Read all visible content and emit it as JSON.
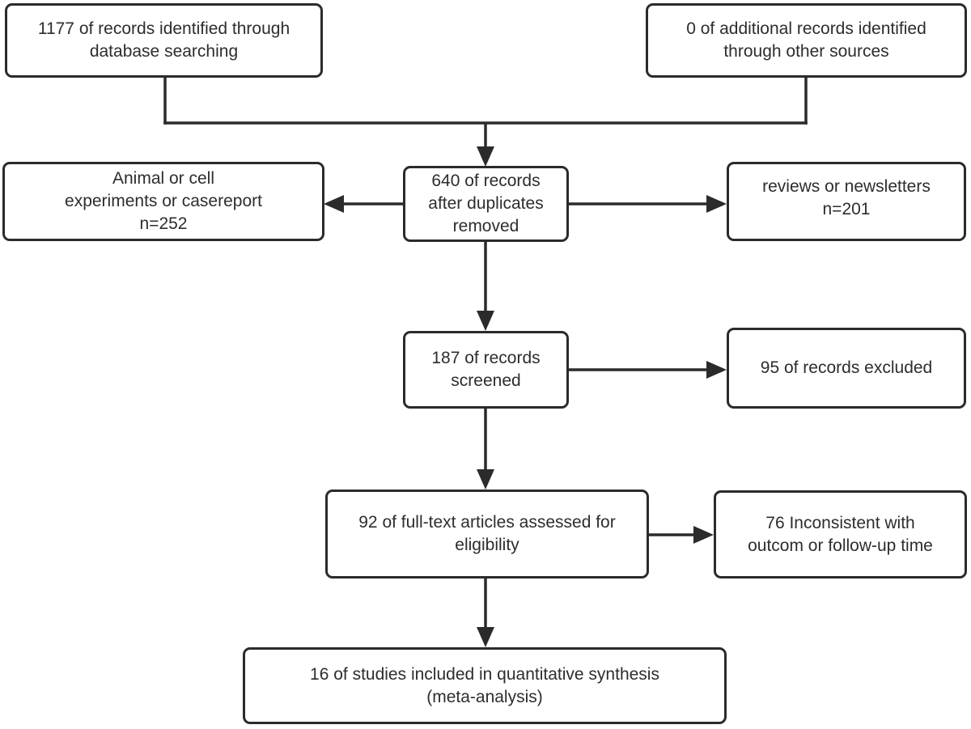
{
  "diagram": {
    "type": "flowchart",
    "colors": {
      "line": "#2b2b2b",
      "box_border": "#2b2b2b",
      "box_fill": "#ffffff",
      "text": "#2d2d2d",
      "background": "#ffffff"
    },
    "nodes": {
      "records_identified": {
        "label": "1177 of records identified through\ndatabase searching"
      },
      "additional_records": {
        "label": "0 of additional records identified\nthrough other sources"
      },
      "animal_excluded": {
        "label": "Animal or cell\nexperiments or casereport\nn=252"
      },
      "duplicates_removed": {
        "label": "640 of records\nafter duplicates\nremoved"
      },
      "reviews_newsletters": {
        "label": "reviews or newsletters\nn=201"
      },
      "records_screened": {
        "label": "187 of records\nscreened"
      },
      "records_excluded": {
        "label": "95 of records excluded"
      },
      "fulltext_assessed": {
        "label": "92 of full-text articles assessed for\neligibility"
      },
      "inconsistent_outcome": {
        "label": "76 Inconsistent with\noutcom or follow-up time"
      },
      "studies_included": {
        "label": "16 of studies included in quantitative synthesis\n(meta-analysis)"
      }
    },
    "edges": [
      {
        "from": "records_identified",
        "to": "duplicates_removed"
      },
      {
        "from": "additional_records",
        "to": "duplicates_removed"
      },
      {
        "from": "duplicates_removed",
        "to": "animal_excluded"
      },
      {
        "from": "duplicates_removed",
        "to": "reviews_newsletters"
      },
      {
        "from": "duplicates_removed",
        "to": "records_screened"
      },
      {
        "from": "records_screened",
        "to": "records_excluded"
      },
      {
        "from": "records_screened",
        "to": "fulltext_assessed"
      },
      {
        "from": "fulltext_assessed",
        "to": "inconsistent_outcome"
      },
      {
        "from": "fulltext_assessed",
        "to": "studies_included"
      }
    ]
  }
}
